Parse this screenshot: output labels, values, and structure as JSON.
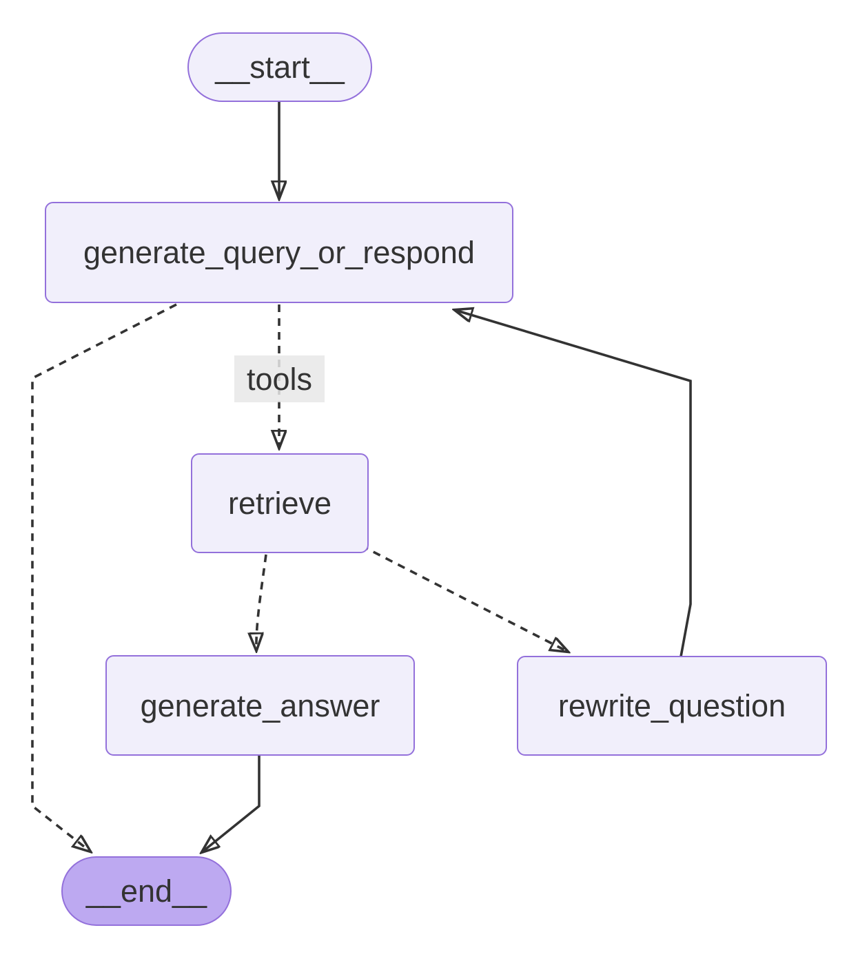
{
  "diagram": {
    "type": "flowchart",
    "nodes": {
      "start": {
        "label": "__start__",
        "shape": "pill"
      },
      "generate_query_or_respond": {
        "label": "generate_query_or_respond",
        "shape": "rect"
      },
      "retrieve": {
        "label": "retrieve",
        "shape": "rect"
      },
      "generate_answer": {
        "label": "generate_answer",
        "shape": "rect"
      },
      "rewrite_question": {
        "label": "rewrite_question",
        "shape": "rect"
      },
      "end": {
        "label": "__end__",
        "shape": "pill"
      }
    },
    "edges": [
      {
        "from": "start",
        "to": "generate_query_or_respond",
        "style": "solid"
      },
      {
        "from": "generate_query_or_respond",
        "to": "retrieve",
        "style": "dashed",
        "label": "tools"
      },
      {
        "from": "generate_query_or_respond",
        "to": "end",
        "style": "dashed"
      },
      {
        "from": "retrieve",
        "to": "generate_answer",
        "style": "dashed"
      },
      {
        "from": "retrieve",
        "to": "rewrite_question",
        "style": "dashed"
      },
      {
        "from": "rewrite_question",
        "to": "generate_query_or_respond",
        "style": "solid"
      },
      {
        "from": "generate_answer",
        "to": "end",
        "style": "solid"
      }
    ],
    "edge_labels": {
      "tools": "tools"
    },
    "colors": {
      "node_fill": "#f1effb",
      "node_border": "#9370db",
      "end_node_fill": "#bda9f1",
      "edge_stroke": "#333333",
      "text": "#333333",
      "edge_label_bg": "#e8e8e8",
      "background": "#ffffff"
    }
  }
}
